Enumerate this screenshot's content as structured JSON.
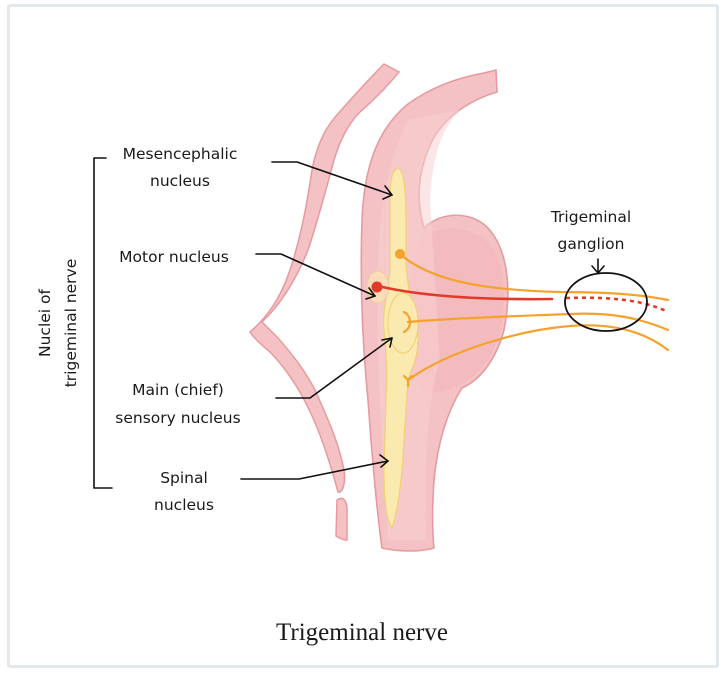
{
  "figure": {
    "caption": "Trigeminal nerve",
    "group_label": {
      "line1": "Nuclei of",
      "line2": "trigeminal nerve"
    },
    "labels": {
      "mesencephalic": {
        "line1": "Mesencephalic",
        "line2": "nucleus"
      },
      "motor": {
        "line1": "Motor nucleus"
      },
      "main_sensory": {
        "line1": "Main (chief)",
        "line2": "sensory nucleus"
      },
      "spinal": {
        "line1": "Spinal",
        "line2": "nucleus"
      },
      "ganglion": {
        "line1": "Trigeminal",
        "line2": "ganglion"
      }
    },
    "colors": {
      "tissue": "#f4c2c4",
      "tissue_dark": "#eeaeb1",
      "tissue_outline": "#e59ba0",
      "nucleus": "#fbeab0",
      "nucleus_outline": "#efd27a",
      "sensory_fiber": "#f5a22d",
      "motor_fiber": "#e03a2a",
      "annotation": "#111111",
      "frame": "#e3e8ea"
    }
  }
}
